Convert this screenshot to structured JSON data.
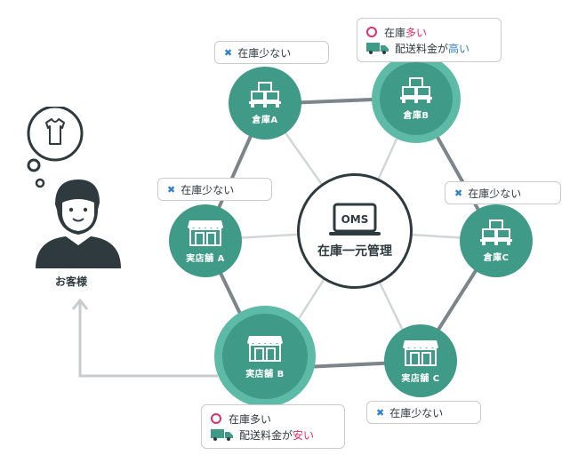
{
  "center": {
    "badge": "OMS",
    "title": "在庫一元管理"
  },
  "nodes": {
    "warehouse_a": {
      "label": "倉庫A"
    },
    "warehouse_b": {
      "label": "倉庫B"
    },
    "warehouse_c": {
      "label": "倉庫C"
    },
    "store_a": {
      "label": "実店舗 A"
    },
    "store_b": {
      "label": "実店舗 B"
    },
    "store_c": {
      "label": "実店舗 C"
    }
  },
  "tags": {
    "warehouse_a": {
      "stock": "在庫少ない"
    },
    "warehouse_b": {
      "stock_prefix": "在庫",
      "stock_em": "多い",
      "ship_prefix": "配送料金が",
      "ship_em": "高い"
    },
    "warehouse_c": {
      "stock": "在庫少ない"
    },
    "store_a": {
      "stock": "在庫少ない"
    },
    "store_b": {
      "stock": "在庫多い",
      "ship_prefix": "配送料金が",
      "ship_em": "安い"
    },
    "store_c": {
      "stock": "在庫少ない"
    }
  },
  "customer": {
    "label": "お客様"
  },
  "colors": {
    "teal": "#3f9a87",
    "halo": "#5cbaa6",
    "dark": "#2f3a3f",
    "pink": "#e0306a",
    "blue": "#2f7fcf"
  },
  "icons": {
    "warehouse": "boxes-on-pallet-icon",
    "store": "storefront-icon",
    "center": "laptop-icon",
    "truck": "truck-icon",
    "customer": "person-icon",
    "thought": "tshirt-icon"
  }
}
